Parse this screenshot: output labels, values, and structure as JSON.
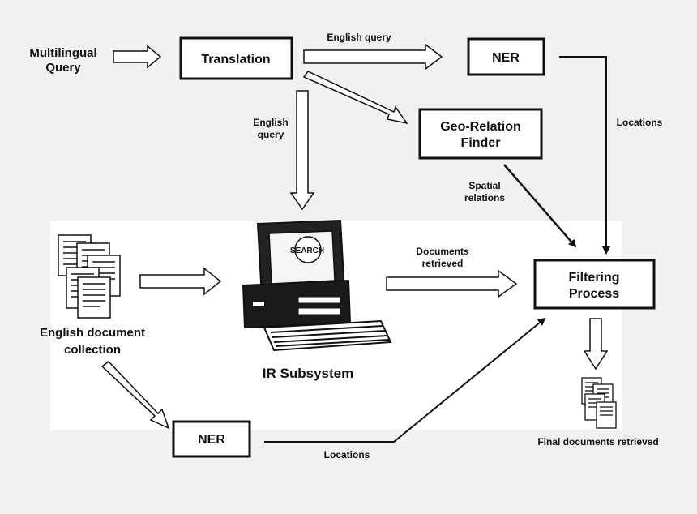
{
  "nodes": {
    "multilingual_query": [
      "Multilingual",
      "Query"
    ],
    "translation": "Translation",
    "ner_top": "NER",
    "geo_relation_finder": [
      "Geo-Relation",
      "Finder"
    ],
    "filtering_process": [
      "Filtering",
      "Process"
    ],
    "ner_bottom": "NER",
    "document_collection": [
      "English document",
      "collection"
    ],
    "ir_subsystem": "IR Subsystem",
    "final_documents": "Final documents retrieved",
    "search_screen_text": "SEARCH"
  },
  "edges": {
    "english_query_top": "English query",
    "english_query_down": [
      "English",
      "query"
    ],
    "locations_right": "Locations",
    "spatial_relations": [
      "Spatial",
      "relations"
    ],
    "documents_retrieved": [
      "Documents",
      "retrieved"
    ],
    "locations_bottom": "Locations"
  }
}
